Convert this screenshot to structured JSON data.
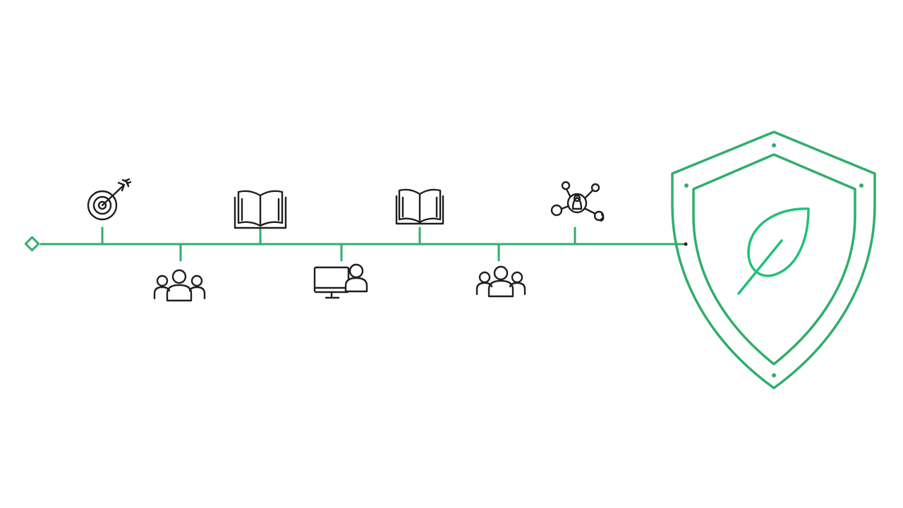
{
  "colors": {
    "accent": "#2fae6a",
    "leaf": "#21c07a",
    "icon": "#1e1e1e",
    "background": "#ffffff"
  },
  "timeline": {
    "milestones": [
      {
        "icon": "target-icon",
        "side": "above"
      },
      {
        "icon": "team-icon",
        "side": "below"
      },
      {
        "icon": "book-icon",
        "side": "above"
      },
      {
        "icon": "computer-user-icon",
        "side": "below"
      },
      {
        "icon": "book-icon",
        "side": "above"
      },
      {
        "icon": "team-icon",
        "side": "below"
      },
      {
        "icon": "network-icon",
        "side": "above"
      }
    ]
  },
  "endpoint": {
    "icon": "shield-leaf-icon"
  }
}
